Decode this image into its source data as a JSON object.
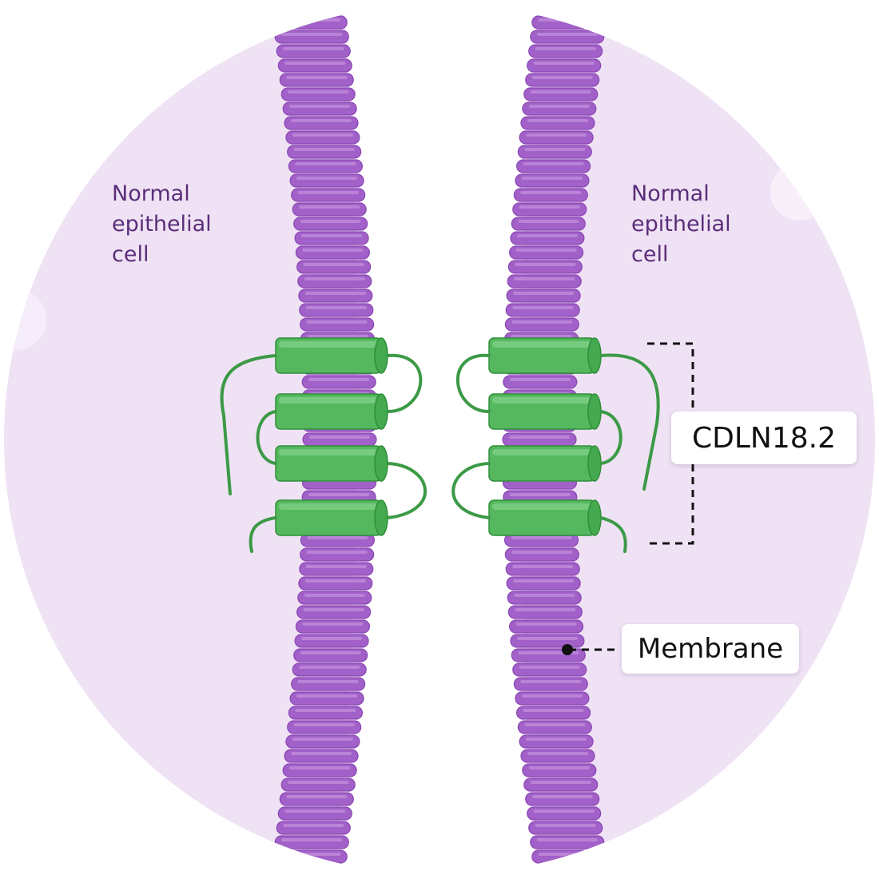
{
  "labels": {
    "left_cell": [
      "Normal",
      "epithelial",
      "cell"
    ],
    "right_cell": [
      "Normal",
      "epithelial",
      "cell"
    ],
    "protein": "CDLN18.2",
    "membrane": "Membrane"
  },
  "colors": {
    "background_circle": "#efe2f4",
    "membrane": "#a161c8",
    "protein": "#55b85f",
    "loop": "#3c9a46",
    "label_text": "#5a2d7a",
    "leader": "#111111"
  },
  "icons": {
    "membrane": "phospholipid-bilayer",
    "protein": "transmembrane-helix-cylinder"
  }
}
